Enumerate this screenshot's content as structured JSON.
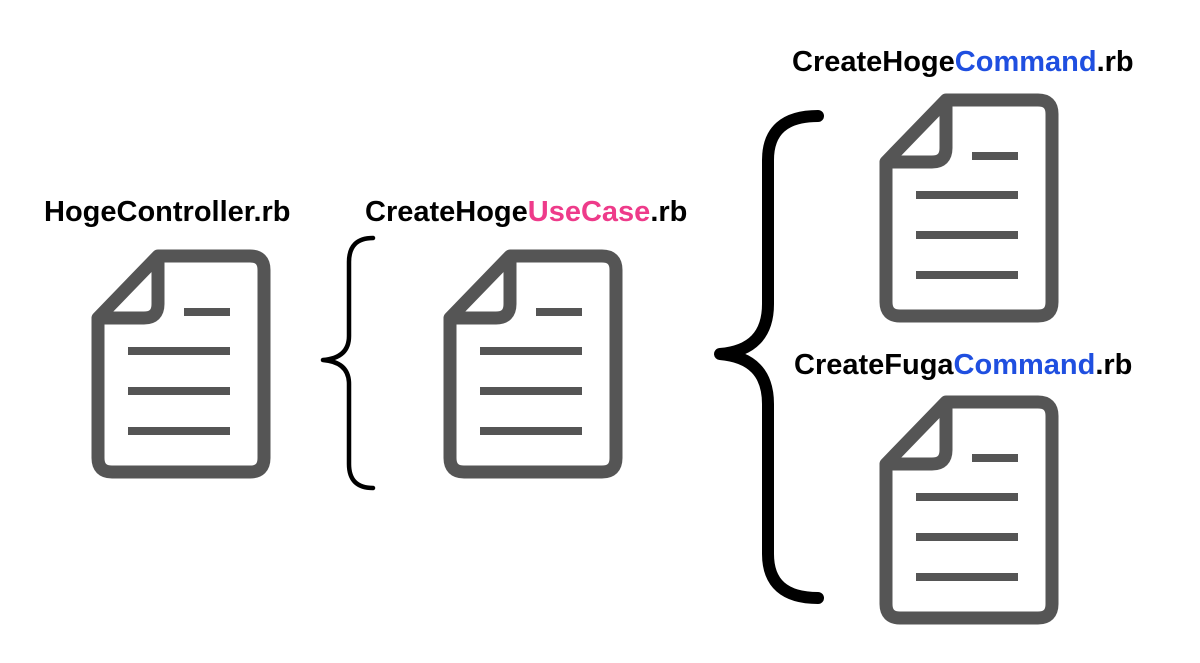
{
  "colors": {
    "text": "#000000",
    "icon": "#555555",
    "usecase_highlight": "#ee3b8a",
    "command_highlight": "#1f4fe0"
  },
  "files": {
    "controller": {
      "prefix": "HogeController.rb",
      "highlight": "",
      "suffix": ""
    },
    "usecase": {
      "prefix": "CreateHoge",
      "highlight": "UseCase",
      "suffix": ".rb"
    },
    "command_hoge": {
      "prefix": "CreateHoge",
      "highlight": "Command",
      "suffix": ".rb"
    },
    "command_fuga": {
      "prefix": "CreateFuga",
      "highlight": "Command",
      "suffix": ".rb"
    }
  },
  "icons": {
    "file": "document-icon",
    "grouping": "curly-brace"
  }
}
